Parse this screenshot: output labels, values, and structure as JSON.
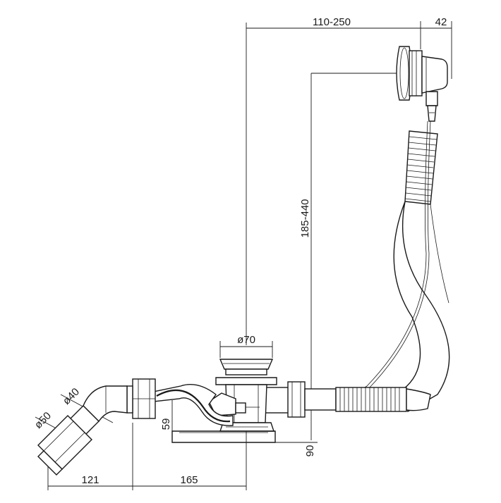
{
  "dimensions": {
    "overflow_reach": "110-250",
    "overflow_depth": "42",
    "height_range": "185-440",
    "waste_diameter": "ø70",
    "outlet_diameter_40": "ø40",
    "outlet_diameter_50": "ø50",
    "offset_59": "59",
    "height_90": "90",
    "length_121": "121",
    "length_165": "165"
  },
  "colors": {
    "line": "#1a1a1a",
    "background": "#ffffff"
  }
}
